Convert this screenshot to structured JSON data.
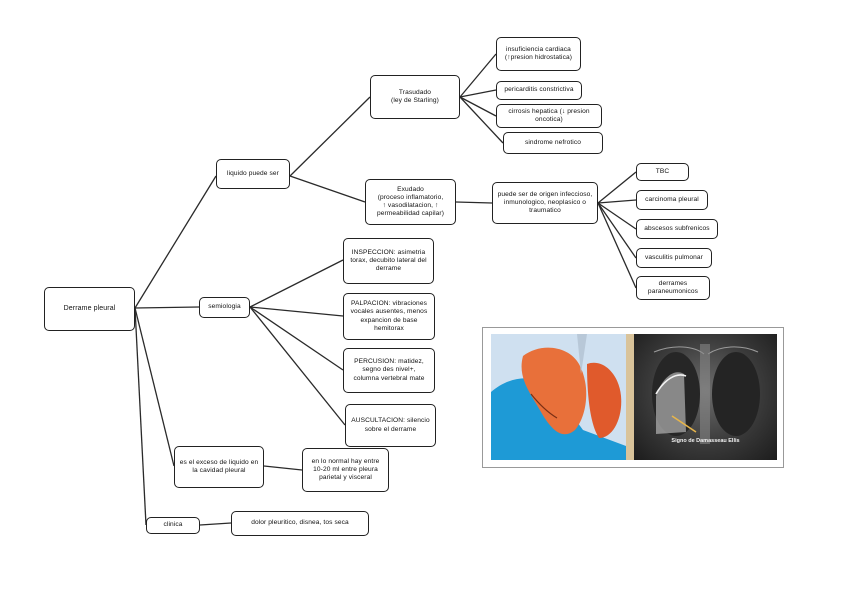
{
  "nodes": {
    "root": "Derrame pleural",
    "liquido": "liquido puede ser",
    "trasudado": "Trasudado\n(ley de Starling)",
    "exudado": "Exudado\n(proceso inflamatorio,\n↑ vasodilatacion, ↑\npermeabilidad capilar)",
    "insuficiencia": "insuficiencia cardiaca\n(↑presion hidrostatica)",
    "pericarditis": "pericarditis constrictiva",
    "cirrosis": "cirrosis hepatica (↓ presion\noncotica)",
    "nefrotico": "sindrome nefrotico",
    "origen": "puede ser de origen infeccioso,\ninmunologico, neoplasico o\ntraumatico",
    "tbc": "TBC",
    "carcinoma": "carcinoma pleural",
    "abscesos": "abscesos subfrenicos",
    "vasculitis": "vasculitis pulmonar",
    "paraneumonicos": "derrames\nparaneumonicos",
    "semiologia": "semiologia",
    "inspeccion": "INSPECCION: asimetria\ntorax, decubito lateral del\nderrame",
    "palpacion": "PALPACION: vibraciones\nvocales ausentes, menos\nexpancion de base\nhemitorax",
    "percusion": "PERCUSION: matidez,\nsegno des nivel+,\ncolumna vertebral mate",
    "auscultacion": "AUSCULTACION: silencio\nsobre el derrame",
    "exceso": "es el exceso de liquido en\nla cavidad pleural",
    "normal": "en lo normal hay entre\n10-20 ml entre pleura\nparietal y visceral",
    "clinica": "clinica",
    "dolor": "dolor pleuritico, disnea, tos seca"
  },
  "figure": {
    "xray_caption": "Signo de Damasseau Ellis"
  },
  "colors": {
    "border": "#222222",
    "lung_fluid": "#1e9ad6",
    "lung_inflamed": "#e8703a"
  }
}
